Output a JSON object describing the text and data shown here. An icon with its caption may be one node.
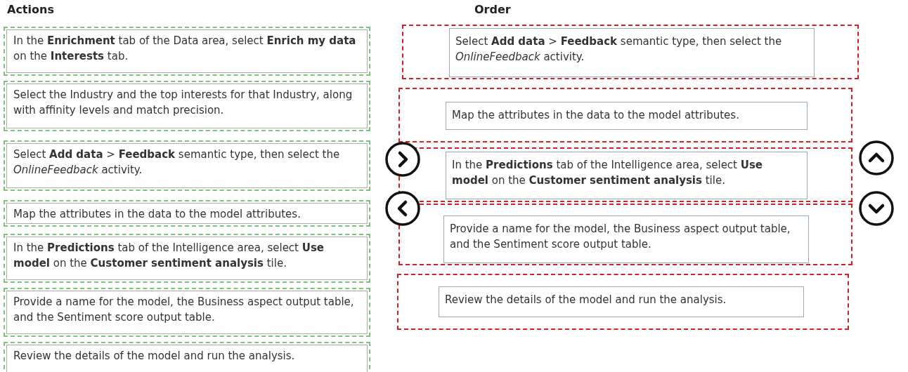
{
  "diagram": {
    "nodes": [
      {
        "text": [
          "In the **Enrichment** tab of the Data area, select **Enrich my data** on the **Interests** tab."
        ]
      },
      {
        "text": [
          "Select the Industry and the top interests for that Industry, along with affinity levels and match precision."
        ]
      },
      {
        "text": [
          "Select **Add data** > **Feedback** semantic type, then select the *OnlineFeedback* activity."
        ]
      },
      {
        "text": [
          "Map the attributes in the data to the model attributes."
        ]
      },
      {
        "text": [
          "In the **Predictions** tab of the Intelligence area, select **Use model** on the **Customer sentiment analysis** tile."
        ]
      },
      {
        "text": [
          "Provide a name for the model, the Business aspect output table, and the Sentiment score output table."
        ]
      },
      {
        "text": [
          "Review the details of the model and run the analysis."
        ]
      },
      {
        "text": [],
        "shape": "box"
      },
      {
        "text": [
          "Select **Add data** > **Feedback** semantic type, then select the *OnlineFeedback* activity."
        ],
        "in": 7
      },
      {
        "text": [],
        "shape": "box"
      },
      {
        "text": [
          "Map the attributes in the data to the model attributes."
        ],
        "in": 9
      },
      {
        "text": [],
        "shape": "box"
      },
      {
        "text": [
          "In the **Predictions** tab of the Intelligence area, select **Use model** on the **Customer sentiment analysis** tile."
        ],
        "in": 11
      },
      {
        "text": [],
        "shape": "box"
      },
      {
        "text": [
          "Provide a name for the model, the Business aspect output table, and the Sentiment score output table."
        ],
        "in": 13
      },
      {
        "text": [],
        "shape": "box"
      },
      {
        "text": [
          "Review the details of the model and run the analysis."
        ],
        "in": 15
      }
    ],
    "labels": [
      "Actions",
      "Order"
    ]
  }
}
